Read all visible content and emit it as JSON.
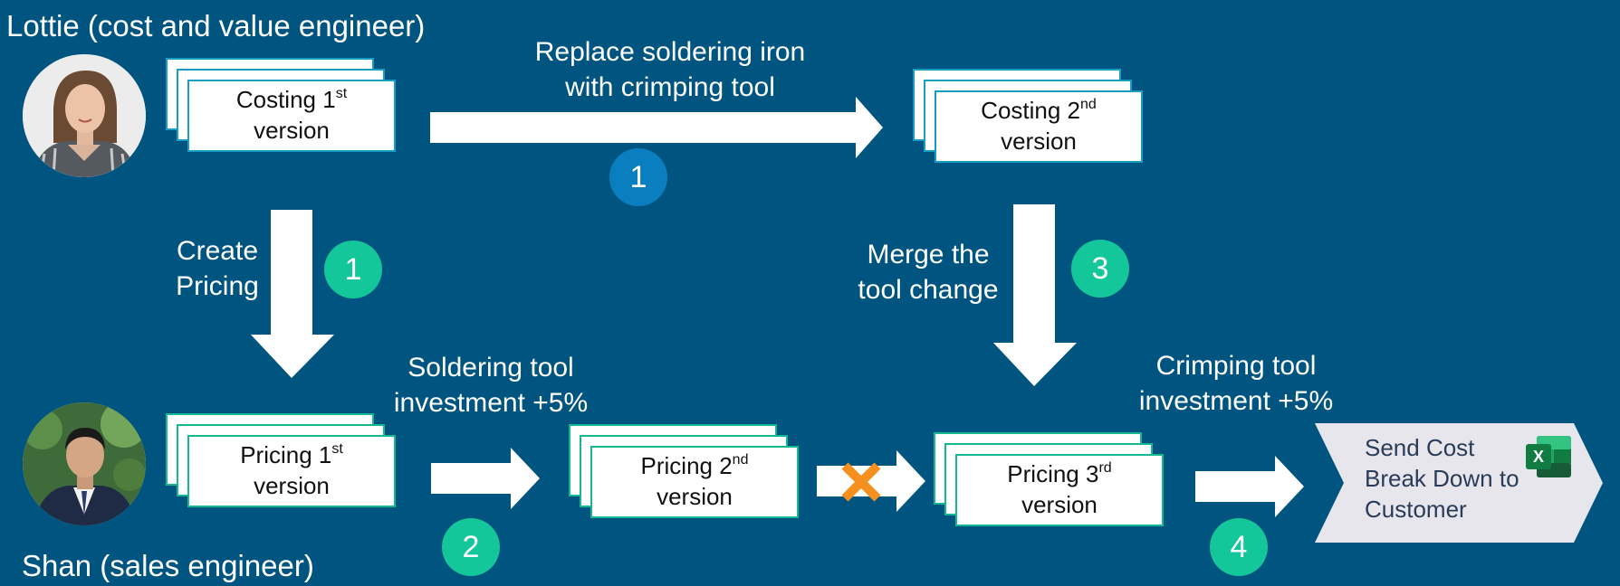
{
  "colors": {
    "background": "#005580",
    "arrow_fill": "#ffffff",
    "card_border_blue": "#1a9dc4",
    "card_border_green": "#14b891",
    "badge_blue": "#0a7fbf",
    "badge_green": "#13c79a",
    "reject_mark": "#f5901e",
    "chevron_fill": "#e7e6ec",
    "chevron_text": "#2a3c57"
  },
  "people": {
    "lottie": {
      "name": "Lottie (cost and value engineer)",
      "avatar_icon": "woman-portrait-icon"
    },
    "shan": {
      "name": "Shan (sales engineer)",
      "avatar_icon": "man-portrait-icon"
    }
  },
  "documents": {
    "costing_v1": {
      "line1": "Costing 1",
      "sup": "st",
      "line2": "version"
    },
    "costing_v2": {
      "line1": "Costing 2",
      "sup": "nd",
      "line2": "version"
    },
    "pricing_v1": {
      "line1": "Pricing 1",
      "sup": "st",
      "line2": "version"
    },
    "pricing_v2": {
      "line1": "Pricing 2",
      "sup": "nd",
      "line2": "version"
    },
    "pricing_v3": {
      "line1": "Pricing 3",
      "sup": "rd",
      "line2": "version"
    }
  },
  "steps": {
    "replace": {
      "line1": "Replace soldering iron",
      "line2": "with crimping tool",
      "badge": "1"
    },
    "create": {
      "line1": "Create",
      "line2": "Pricing",
      "badge": "1"
    },
    "merge": {
      "line1": "Merge the",
      "line2": "tool change",
      "badge": "3"
    },
    "soldering": {
      "line1": "Soldering tool",
      "line2": "investment +5%",
      "badge": "2"
    },
    "crimping": {
      "line1": "Crimping tool",
      "line2": "investment +5%",
      "badge": "4"
    }
  },
  "final": {
    "line1": "Send Cost",
    "line2": "Break Down to",
    "line3": "Customer",
    "icon": "excel-icon",
    "icon_letter": "X"
  },
  "reject_icon": "x-mark-icon"
}
